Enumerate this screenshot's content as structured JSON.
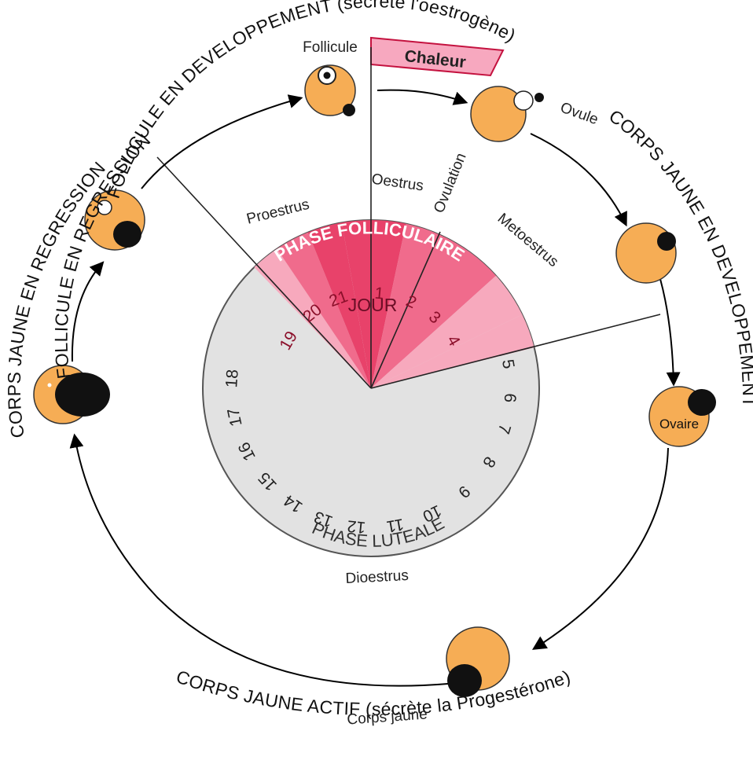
{
  "outer_labels": {
    "top_right": "FOLLICULE EN DEVELOPPEMENT (sécrète l'oestrogène)",
    "left": "FOLLICULE EN REGRESSION",
    "left_outer": "CORPS JAUNE EN REGRESSION",
    "right": "CORPS JAUNE EN DEVELOPPEMENT",
    "bottom": "CORPS JAUNE ACTIF (sécrète la Progestérone)"
  },
  "structure_labels": {
    "follicule": "Follicule",
    "ovule": "Ovule",
    "ovaire": "Ovaire",
    "corps_jaune": "Corps jaune"
  },
  "stages": {
    "proestrus": "Proestrus",
    "oestrus": "Oestrus",
    "ovulation": "Ovulation",
    "metoestrus": "Metoestrus",
    "dioestrus": "Dioestrus"
  },
  "chaleur": "Chaleur",
  "phases": {
    "folliculaire": "PHASE FOLLICULAIRE",
    "luteale": "PHASE LUTEALE",
    "jour": "JOUR"
  },
  "days": [
    "1",
    "2",
    "3",
    "4",
    "5",
    "6",
    "7",
    "8",
    "9",
    "10",
    "11",
    "12",
    "13",
    "14",
    "15",
    "16",
    "17",
    "18",
    "19",
    "20",
    "21"
  ],
  "colors": {
    "ovary": "#f6ad55",
    "luteal_disc": "#e2e2e2",
    "pink_dark": "#e8426a",
    "pink_mid": "#f06b8c",
    "pink_light": "#f7a9bd",
    "chaleur_bar": "#f7a8bf"
  }
}
